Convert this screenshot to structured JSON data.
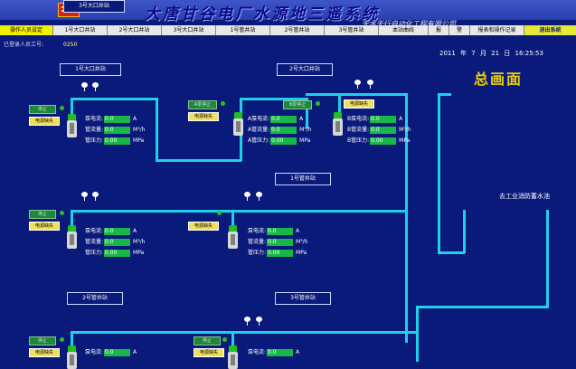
{
  "header": {
    "title": "大唐甘谷电厂水源地三遥系统",
    "company": "天水天行自动化工程有限公司"
  },
  "menu": {
    "items": [
      "操作人员设定",
      "1号大口井站",
      "2号大口井站",
      "3号大口井站",
      "1号管井站",
      "2号管井站",
      "3号管井站",
      "本站曲线",
      "报",
      "警",
      "报表和操作记录",
      "退出系统"
    ]
  },
  "login": {
    "label": "已登录人员工号:",
    "id": "0250"
  },
  "datetime": {
    "text": "2011 年 7 月 21 日   16:25:53"
  },
  "overview": "总画面",
  "reservoir": "去工业消防蓄水池",
  "common": {
    "status": "停止",
    "fault": "电源缺失",
    "pump_current": "泵电流:",
    "pipe_flow": "管流量:",
    "pipe_pressure": "管压力:",
    "unit_a": "A",
    "unit_flow": "M³/h",
    "unit_mpa": "MPa"
  },
  "stations": [
    {
      "name": "1号大口井站",
      "current": "0.0",
      "flow": "0.0",
      "pressure": "0.00"
    },
    {
      "name": "2号大口井站",
      "a_status": "A泵停止",
      "b_status": "B泵停止",
      "a_current": "0.0",
      "a_flow": "0.0",
      "a_pressure": "0.00",
      "b_current": "0.0",
      "b_flow": "0.0",
      "b_pressure": "0.00",
      "a_labels": [
        "A泵电流:",
        "A管流量:",
        "A管压力:"
      ],
      "b_labels": [
        "B泵电流:",
        "B管流量:",
        "B管压力:"
      ]
    },
    {
      "name": "3号大口井站",
      "current": "0.0",
      "flow": "0.0",
      "pressure": "0.00"
    },
    {
      "name": "1号管井站",
      "current": "0.0",
      "flow": "0.0",
      "pressure": "0.00"
    },
    {
      "name": "2号管井站",
      "current": "0.0"
    },
    {
      "name": "3号管井站",
      "current": "0.0"
    }
  ]
}
